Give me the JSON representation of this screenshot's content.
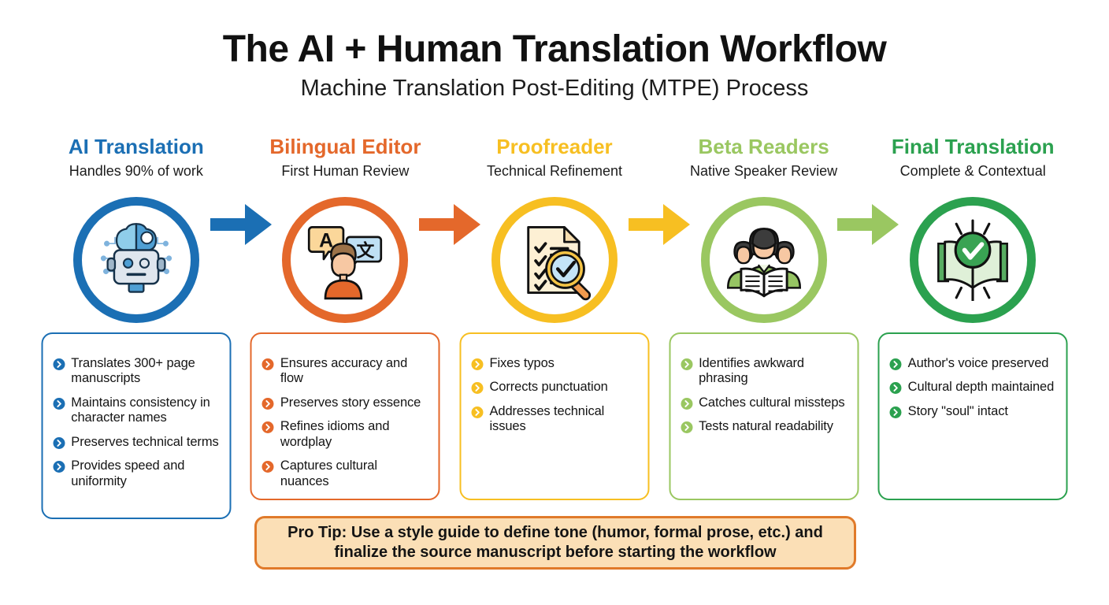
{
  "header": {
    "title": "The AI + Human Translation Workflow",
    "subtitle": "Machine Translation Post-Editing (MTPE) Process"
  },
  "colors": {
    "blue": "#1b6fb4",
    "orange": "#e4682b",
    "yellow": "#f7bf22",
    "light_green": "#9ac761",
    "green": "#2ba14f",
    "protip_bg": "#fbdfb6",
    "protip_border": "#e07a2a",
    "text": "#141414"
  },
  "columns": [
    {
      "title": "AI Translation",
      "subtitle": "Handles 90% of work",
      "color": "#1b6fb4",
      "icon": "ai-robot-brain-gear-icon",
      "card_height": "tall",
      "bullets": [
        "Translates 300+ page manuscripts",
        "Maintains consistency in character names",
        "Preserves technical terms",
        "Provides speed and uniformity"
      ]
    },
    {
      "title": "Bilingual Editor",
      "subtitle": "First Human Review",
      "color": "#e4682b",
      "icon": "person-translation-speech-bubbles-icon",
      "card_height": "short",
      "bullets": [
        "Ensures accuracy and flow",
        "Preserves story essence",
        "Refines idioms and wordplay",
        "Captures cultural nuances"
      ]
    },
    {
      "title": "Proofreader",
      "subtitle": "Technical Refinement",
      "color": "#f7bf22",
      "icon": "checklist-magnifier-icon",
      "card_height": "short",
      "bullets": [
        "Fixes typos",
        "Corrects punctuation",
        "Addresses technical issues"
      ]
    },
    {
      "title": "Beta Readers",
      "subtitle": "Native Speaker Review",
      "color": "#9ac761",
      "icon": "group-reading-book-icon",
      "card_height": "short",
      "bullets": [
        "Identifies awkward phrasing",
        "Catches cultural missteps",
        "Tests natural readability"
      ]
    },
    {
      "title": "Final Translation",
      "subtitle": "Complete & Contextual",
      "color": "#2ba14f",
      "icon": "book-checkmark-badge-icon",
      "card_height": "short",
      "bullets": [
        "Author's voice preserved",
        "Cultural depth maintained",
        "Story \"soul\" intact"
      ]
    }
  ],
  "arrows": [
    {
      "name": "arrow-ai-to-editor",
      "color": "#1b6fb4"
    },
    {
      "name": "arrow-editor-to-proofreader",
      "color": "#e4682b"
    },
    {
      "name": "arrow-proofreader-to-beta",
      "color": "#f7bf22"
    },
    {
      "name": "arrow-beta-to-final",
      "color": "#9ac761"
    }
  ],
  "protip": {
    "text": "Pro Tip: Use a style guide to define tone (humor, formal prose, etc.) and finalize the source manuscript before starting the workflow"
  }
}
